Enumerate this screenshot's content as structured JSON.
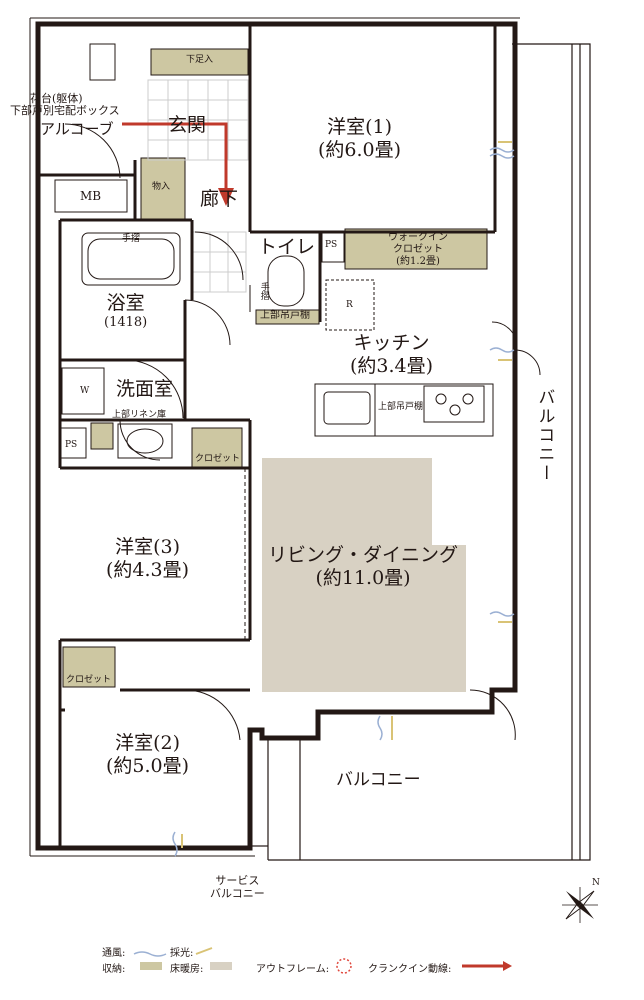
{
  "rooms": {
    "western1": {
      "name": "洋室(1)",
      "size": "(約6.0畳)"
    },
    "western2": {
      "name": "洋室(2)",
      "size": "(約5.0畳)"
    },
    "western3": {
      "name": "洋室(3)",
      "size": "(約4.3畳)"
    },
    "kitchen": {
      "name": "キッチン",
      "size": "(約3.4畳)"
    },
    "living": {
      "name": "リビング・ダイニング",
      "size": "(約11.0畳)"
    },
    "bath": {
      "name": "浴室",
      "size": "(1418)"
    },
    "washroom": "洗面室",
    "toilet": "トイレ",
    "entrance": "玄関",
    "hallway": "廊下",
    "alcove": "アルコーブ",
    "walkin": {
      "line1": "ウォークイン",
      "line2": "クロゼット",
      "line3": "(約1.2畳)"
    }
  },
  "labels": {
    "mb": "MB",
    "ps_top": "PS",
    "ps_left": "PS",
    "r": "R",
    "w": "W",
    "shoe_box": "下足入",
    "storage": "物入",
    "handrail": "手摺",
    "handrail2": "手摺",
    "upper_cabinet": "上部吊戸棚",
    "kitchen_upper_cabinet": "上部吊戸棚",
    "linen_cabinet": "上部リネン庫",
    "closet1": "クロゼット",
    "closet2": "クロゼット",
    "flower_bed": "花台(躯体)",
    "delivery_box": "下部戸別宅配ボックス",
    "balcony_right": "バルコニー",
    "balcony_bottom": "バルコニー",
    "service_balcony_1": "サービス",
    "service_balcony_2": "バルコニー",
    "north": "N"
  },
  "legend": {
    "ventilation": "通風:",
    "daylight": "採光:",
    "storage": "収納:",
    "floor_heating": "床暖房:",
    "outframe": "アウトフレーム:",
    "crank_in": "クランクイン動線:"
  },
  "colors": {
    "wall": "#231815",
    "storage": "#cdc7a2",
    "floor_heating": "#d8d1c3",
    "tile": "#d0d0d0",
    "route": "#c0392b",
    "wind": "#9bb0d3",
    "light": "#d9c375",
    "outframe": "#e0473c"
  }
}
